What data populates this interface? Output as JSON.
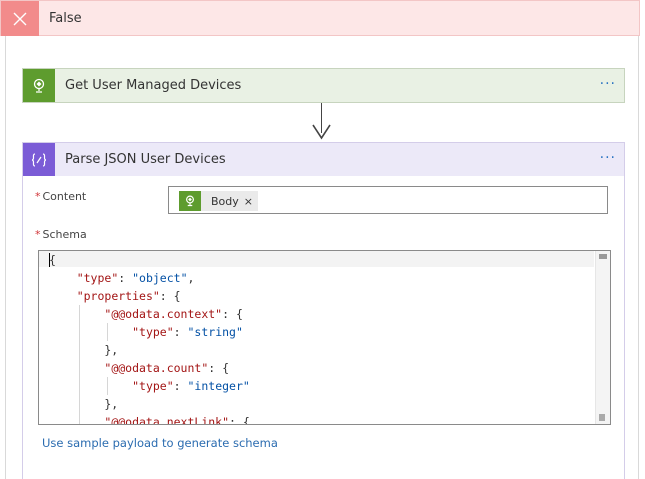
{
  "condition_branch": {
    "label": "False"
  },
  "actions": [
    {
      "title": "Get User Managed Devices",
      "more": "···"
    },
    {
      "title": "Parse JSON User Devices",
      "more": "···"
    }
  ],
  "parse_json": {
    "content_label": "Content",
    "required_marker": "*",
    "content_token": {
      "label": "Body",
      "remove": "×"
    },
    "schema_label": "Schema",
    "schema_lines": [
      "{",
      "    \"type\": \"object\",",
      "    \"properties\": {",
      "        \"@@odata.context\": {",
      "            \"type\": \"string\"",
      "        },",
      "        \"@@odata.count\": {",
      "            \"type\": \"integer\"",
      "        },",
      "        \"@@odata.nextLink\": {"
    ],
    "sample_link": "Use sample payload to generate schema"
  },
  "colors": {
    "false_accent": "#f28b8b",
    "intune_green": "#5e9c2e",
    "parse_purple": "#7b5cd6",
    "link_blue": "#2b6cb0"
  }
}
